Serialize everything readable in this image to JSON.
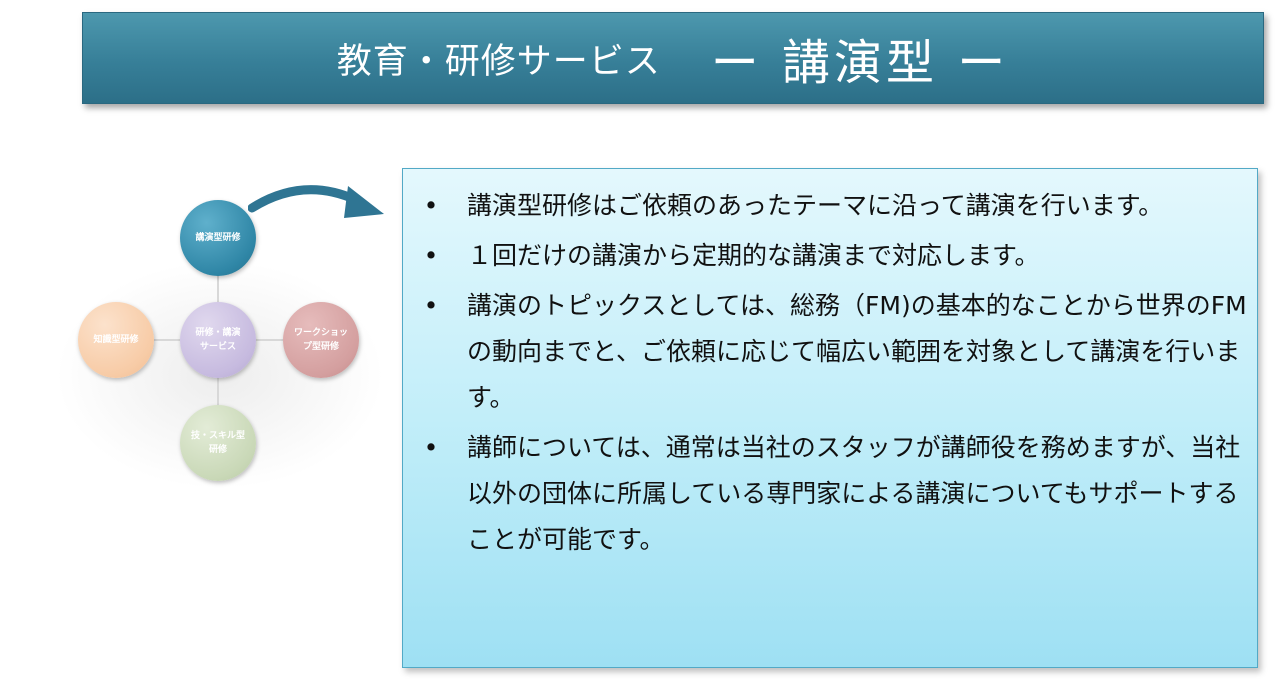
{
  "title": {
    "main": "教育・研修サービス",
    "sub": "ー 講演型 ー"
  },
  "diagram": {
    "nodes": {
      "lecture": "講演型研修",
      "center": "研修・講演\nサービス",
      "left": "知識型研修",
      "right": "ワークショッ\nプ型研修",
      "bottom": "技・スキル型\n研修"
    },
    "colors": {
      "lecture": "#2f86a6",
      "center": "#c6badf",
      "left": "#f7cba6",
      "right": "#d49f9f",
      "bottom": "#c9d8b7",
      "arrow": "#2f7593"
    }
  },
  "content": {
    "bullet_symbol": "•",
    "bullets": [
      "講演型研修はご依頼のあったテーマに沿って講演を行います。",
      "１回だけの講演から定期的な講演まで対応します。",
      "講演のトピックスとしては、総務（FM)の基本的なことから世界のFMの動向までと、ご依頼に応じて幅広い範囲を対象として講演を行います。",
      "講師については、通常は当社のスタッフが講師役を務めますが、当社以外の団体に所属している専門家による講演についてもサポートすることが可能です。"
    ]
  }
}
